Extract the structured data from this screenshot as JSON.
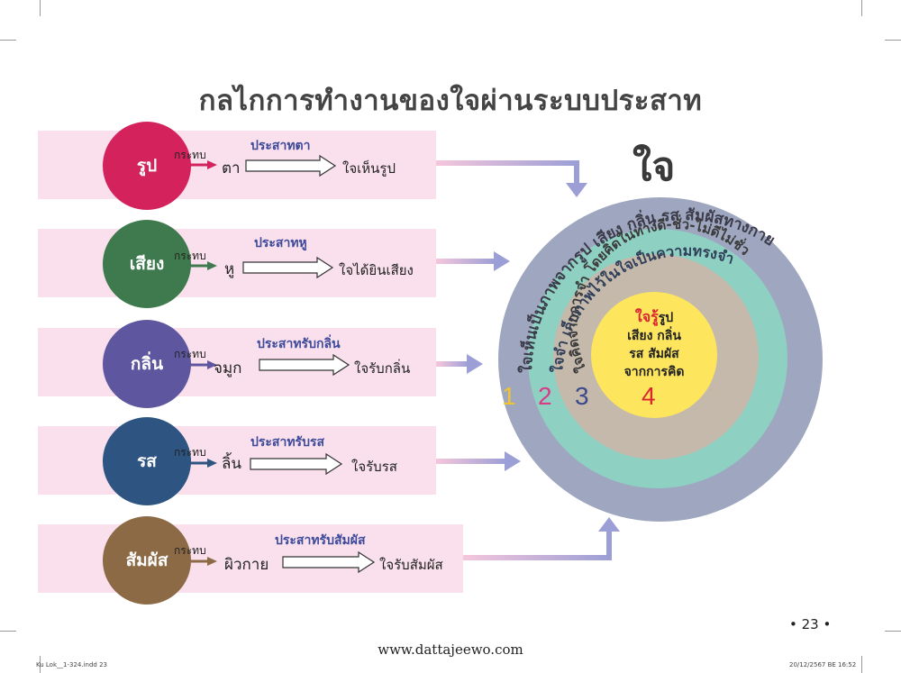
{
  "title": "กลไกการทำงานของใจผ่านระบบประสาท",
  "touch_label": "กระทบ",
  "rows": [
    {
      "sense": "รูป",
      "nerve": "ประสาทตา",
      "organ": "ตา",
      "result": "ใจเห็นรูป",
      "color": "#d3225c"
    },
    {
      "sense": "เสียง",
      "nerve": "ประสาทหู",
      "organ": "หู",
      "result": "ใจได้ยินเสียง",
      "color": "#3f7a4e"
    },
    {
      "sense": "กลิ่น",
      "nerve": "ประสาทรับกลิ่น",
      "organ": "จมูก",
      "result": "ใจรับกลิ่น",
      "color": "#5e579f"
    },
    {
      "sense": "รส",
      "nerve": "ประสาทรับรส",
      "organ": "ลิ้น",
      "result": "ใจรับรส",
      "color": "#2e5482"
    },
    {
      "sense": "สัมผัส",
      "nerve": "ประสาทรับสัมผัส",
      "organ": "ผิวกาย",
      "result": "ใจรับสัมผัส",
      "color": "#8c6a46"
    }
  ],
  "mind": {
    "title": "ใจ",
    "ring_colors": [
      "#9ea7bf",
      "#8ed0c2",
      "#c5b9ac",
      "#fde55e"
    ],
    "ring1_arc_text": "ใจเห็นเป็นภาพจากรูป เสียง กลิ่น รส สัมผัสทางกาย",
    "ring2_arc_text": "ใจจำ เก็บภาพไว้ในใจเป็นความทรงจำ",
    "ring3_arc_text": "ใจคิดจากการจำ โดยคิดในทางดี-ชั่ว-ไม่ดีไม่ชั่ว",
    "numbers": [
      {
        "label": "1",
        "color": "#f0c431"
      },
      {
        "label": "2",
        "color": "#d93b87"
      },
      {
        "label": "3",
        "color": "#3a4a8c"
      },
      {
        "label": "4",
        "color": "#d9262f"
      }
    ],
    "center_red": "ใจรู้",
    "center_lines": [
      "รูป",
      "เสียง กลิ่น",
      "รส สัมผัส",
      "จากการคิด"
    ]
  },
  "footer": {
    "url": "www.dattajeewo.com",
    "page": "• 23 •",
    "slug_left": "Ku Lok__1-324.indd   23",
    "slug_right": "20/12/2567 BE   16:52"
  }
}
